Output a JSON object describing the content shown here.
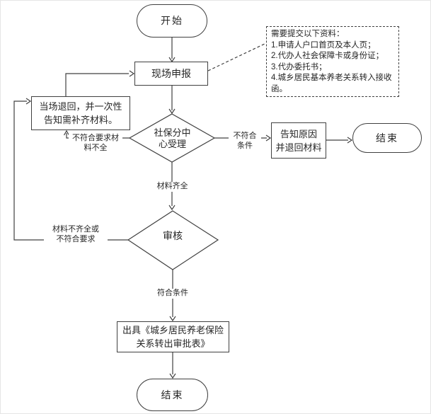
{
  "flowchart": {
    "nodes": {
      "start": {
        "label": "开始"
      },
      "onsite": {
        "label": "现场申报"
      },
      "return_notice": {
        "label": "当场退回，并一次性\n告知需补齐材料。"
      },
      "accept": {
        "label": "社保分中\n心受理"
      },
      "notify": {
        "label": "告知原因\n并退回材料"
      },
      "end_right": {
        "label": "结束"
      },
      "review": {
        "label": "审核"
      },
      "issue": {
        "label": "出具《城乡居民养老保险\n关系转出审批表》"
      },
      "end_bottom": {
        "label": "结束"
      }
    },
    "edge_labels": {
      "incomplete_materials": "不符合要求材\n料不全",
      "not_qualified": "不符合\n条件",
      "materials_complete": "材料齐全",
      "materials_incomplete": "材料不齐全或\n不符合要求",
      "qualified": "符合条件"
    },
    "note": {
      "lines": [
        "需要提交以下资料：",
        "1.申请人户口首页及本人页；",
        "2.代办人社会保障卡或身份证；",
        "3.代办委托书；",
        "4.城乡居民基本养老关系转入接收函。"
      ]
    },
    "colors": {
      "stroke": "#404040",
      "text": "#262626",
      "background": "#ffffff"
    }
  }
}
